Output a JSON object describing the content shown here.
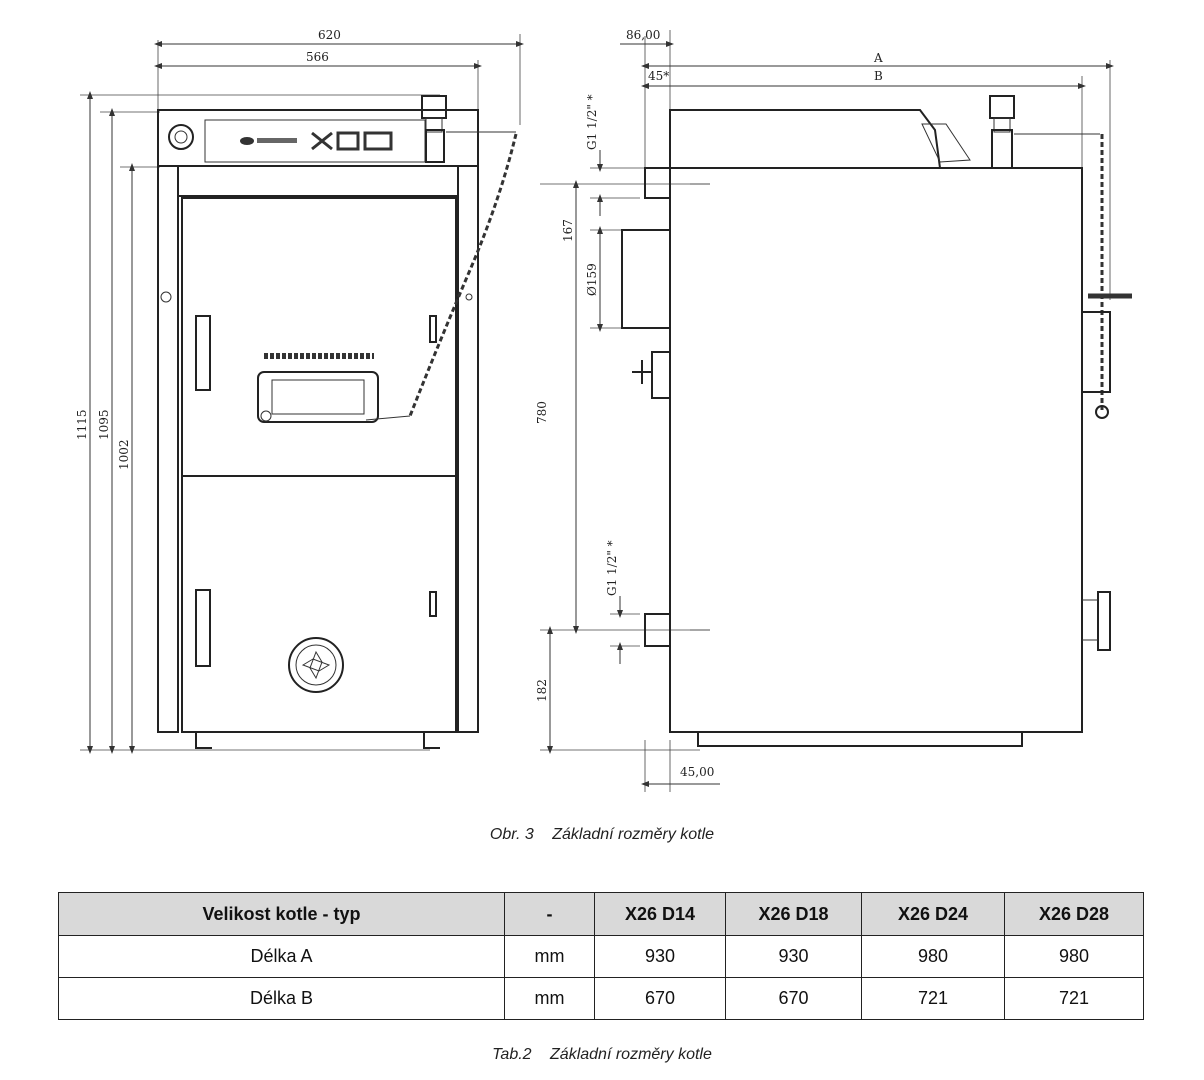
{
  "front_view": {
    "width_outer": "620",
    "width_inner": "566",
    "height_1": "1115",
    "height_2": "1095",
    "height_3": "1002"
  },
  "side_view": {
    "offset_top": "86,00",
    "offset_45": "45*",
    "length_a": "A",
    "length_b": "B",
    "thread_top": "G1 1/2\" *",
    "dist_167": "167",
    "diameter": "Ø159",
    "height_780": "780",
    "thread_bottom": "G1 1/2\" *",
    "height_182": "182",
    "offset_bottom": "45,00"
  },
  "figure_caption": {
    "number": "Obr. 3",
    "text": "Základní rozměry kotle"
  },
  "table": {
    "headers": [
      "Velikost kotle - typ",
      "-",
      "X26 D14",
      "X26 D18",
      "X26 D24",
      "X26 D28"
    ],
    "rows": [
      [
        "Délka A",
        "mm",
        "930",
        "930",
        "980",
        "980"
      ],
      [
        "Délka B",
        "mm",
        "670",
        "670",
        "721",
        "721"
      ]
    ]
  },
  "table_caption": {
    "number": "Tab.2",
    "text": "Základní rozměry kotle"
  }
}
